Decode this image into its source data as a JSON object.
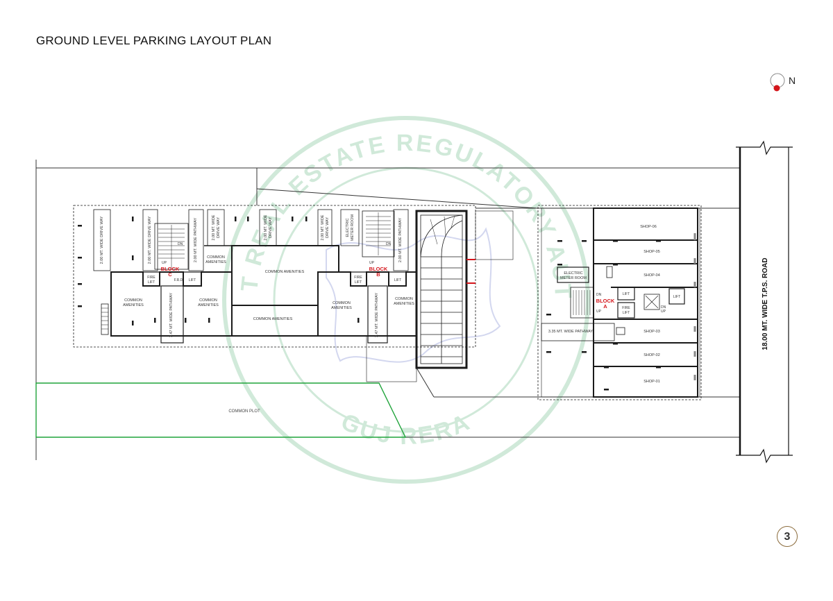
{
  "title": "GROUND LEVEL PARKING LAYOUT PLAN",
  "north_label": "N",
  "page_number": "3",
  "watermark": {
    "top_text": "GUJARAT REAL ESTATE REGULATORY AUTHORITY",
    "bottom_text": "GUJ RERA",
    "color": "#2e9e55"
  },
  "road_label": "18.00 MT. WIDE T.P.S. ROAD",
  "common_plot_label": "COMMON PLOT",
  "blocks": {
    "a": [
      "BLOCK",
      "A"
    ],
    "b": "BLOCK",
    "b_letter": "B",
    "c": "BLOCK",
    "c_letter": "C"
  },
  "labels": {
    "drive_way_1": "2.00 MT. WIDE DRIVE WAY",
    "drive_way_2": "2.00 MT. WIDE DRIVE WAY",
    "pathway_c": "2.00 MT. WIDE PATHWAY",
    "drive_way_3": [
      "2.00 MT. WIDE",
      "DRIVE WAY"
    ],
    "drive_way_4": [
      "2.00 MT. WIDE",
      "DRIVE WAY"
    ],
    "drive_way_5": [
      "2.00 MT. WIDE",
      "DRIVE WAY"
    ],
    "electric_meter_b": [
      "ELECTRIC",
      "METER ROOM"
    ],
    "pathway_b": "2.00 MT. WIDE PATHWAY",
    "common_amenities": "COMMON AMENITIES",
    "common_amenities_2line": [
      "COMMON",
      "AMENITIES"
    ],
    "fire_lift": [
      "FIRE",
      "LIFT"
    ],
    "lift": "LIFT",
    "frd": "F.R.D",
    "up": "UP",
    "dn": "DN",
    "pathway_347": "3.47 MT. WIDE PATHWAY",
    "pathway_335": "3.35 MT. WIDE PATHWAY",
    "electric_meter_a": [
      "ELECTRIC",
      "METER ROOM"
    ],
    "shops": [
      "SHOP-06",
      "SHOP-05",
      "SHOP-04",
      "SHOP-03",
      "SHOP-02",
      "SHOP-01"
    ]
  },
  "colors": {
    "wall": "#1a1a1a",
    "thin_line": "#444444",
    "block_label": "#d4151b",
    "common_plot_boundary": "#1fa33a",
    "north_dot": "#d4151b"
  }
}
